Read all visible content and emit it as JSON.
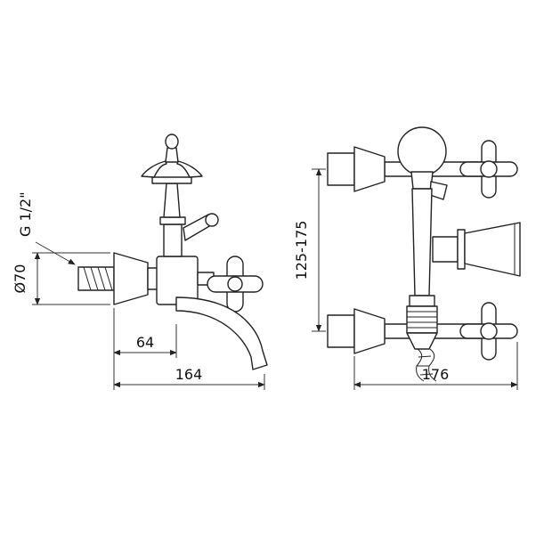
{
  "drawing": {
    "subject": "wall-mounted-bath-mixer-faucet-with-hand-shower",
    "labels": {
      "thread": "G 1/2\"",
      "diameter": "Ø70",
      "spout_axis_distance": "64",
      "total_depth": "164",
      "mount_distance_range": "125-175",
      "total_width": "176"
    },
    "colors": {
      "line": "#222222",
      "dimension": "#333333",
      "background": "#ffffff"
    }
  }
}
